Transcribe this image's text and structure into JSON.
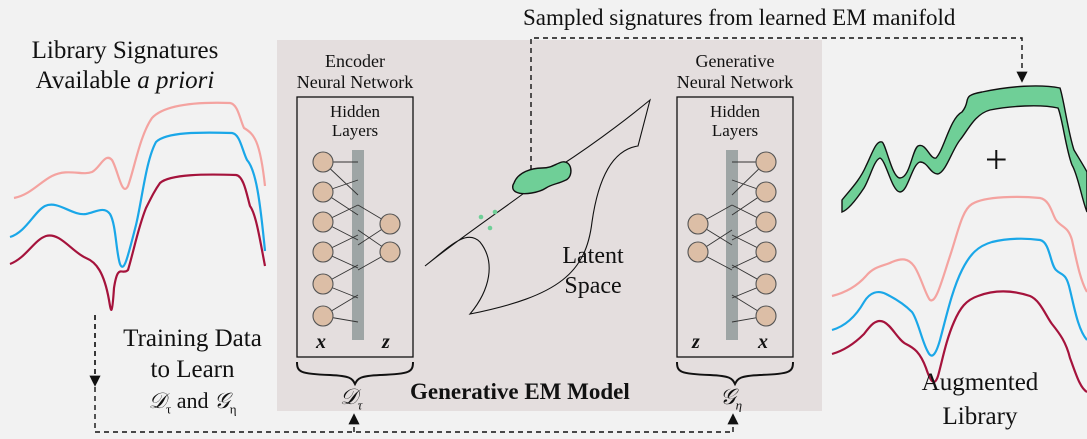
{
  "top_annotation": "Sampled signatures from learned EM manifold",
  "library": {
    "title_line1": "Library Signatures",
    "title_line2_prefix": "Available ",
    "title_line2_italic": "a priori"
  },
  "training": {
    "line1": "Training Data",
    "line2": "to Learn",
    "line3_d": "𝒟",
    "line3_d_sub": "τ",
    "line3_and": "and",
    "line3_g": "𝒢",
    "line3_g_sub": "η"
  },
  "encoder": {
    "title_line1": "Encoder",
    "title_line2": "Neural Network",
    "hidden_line1": "Hidden",
    "hidden_line2": "Layers",
    "in_var": "x",
    "out_var": "z",
    "brace_symbol": "𝒟",
    "brace_sub": "τ"
  },
  "generator": {
    "title_line1": "Generative",
    "title_line2": "Neural Network",
    "hidden_line1": "Hidden",
    "hidden_line2": "Layers",
    "in_var": "z",
    "out_var": "x",
    "brace_symbol": "𝒢",
    "brace_sub": "η"
  },
  "latent": {
    "line1": "Latent",
    "line2": "Space"
  },
  "model_label": "Generative EM Model",
  "augmented": {
    "plus": "+",
    "line1": "Augmented",
    "line2": "Library"
  },
  "colors": {
    "panel": "#e4dede",
    "node_fill": "#dcbea6",
    "bar": "#9ea5a5",
    "pink": "#f4a3a0",
    "blue": "#1aa7e8",
    "crimson": "#a5133c",
    "green": "#6fcf97"
  }
}
